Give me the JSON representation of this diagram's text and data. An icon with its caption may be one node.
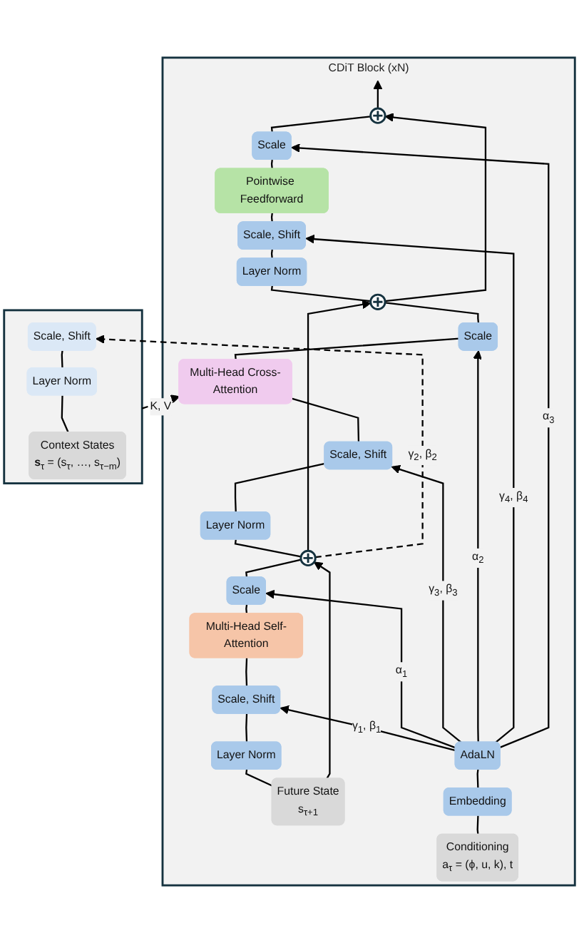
{
  "diagram": {
    "nodes": [
      {
        "text": [
          "CDiT Block (xN)"
        ]
      },
      {
        "text": [],
        "shape": "circle",
        "in": 0
      },
      {
        "text": [
          "Scale"
        ],
        "in": 0
      },
      {
        "text": [
          "Pointwise Feedforward"
        ],
        "in": 0
      },
      {
        "text": [
          "Scale, Shift"
        ],
        "in": 0
      },
      {
        "text": [
          "Layer Norm"
        ],
        "in": 0
      },
      {
        "text": [],
        "shape": "circle",
        "in": 0
      },
      {
        "text": [
          "Scale"
        ],
        "in": 0
      },
      {
        "text": [
          "Multi-Head Cross-Attention"
        ],
        "in": 0
      },
      {
        "text": [
          "Scale, Shift"
        ],
        "in": 0
      },
      {
        "text": [
          "Layer Norm"
        ],
        "in": 0
      },
      {
        "text": [],
        "shape": "circle",
        "in": 0
      },
      {
        "text": [
          "Scale"
        ],
        "in": 0
      },
      {
        "text": [
          "Multi-Head Self-Attention"
        ],
        "in": 0
      },
      {
        "text": [
          "Scale, Shift"
        ],
        "in": 0
      },
      {
        "text": [
          "Layer Norm"
        ],
        "in": 0
      },
      {
        "text": [
          "AdaLN"
        ],
        "in": 0
      },
      {
        "text": [
          "Embedding"
        ],
        "in": 0
      },
      {
        "text": [
          "Future State",
          "s$_{τ+1}$"
        ],
        "in": 0
      },
      {
        "text": [
          "Conditioning",
          "a$_{τ}$ = (ϕ, u, k), t"
        ],
        "in": 0
      },
      {
        "text": [],
        "shape": "box"
      },
      {
        "text": [
          "Scale, Shift"
        ],
        "in": 20
      },
      {
        "text": [
          "Layer Norm"
        ],
        "in": 20
      },
      {
        "text": [
          "Context States",
          "**s**$_{τ}$ = (s$_{τ}$, …, s$_{τ−m}$)"
        ],
        "in": 20
      }
    ],
    "edges": [
      {
        "from": 18,
        "to": 15,
        "arrow": "none"
      },
      {
        "from": 15,
        "to": 14,
        "arrow": "none"
      },
      {
        "from": 14,
        "to": 13,
        "arrow": "none"
      },
      {
        "from": 13,
        "to": 12,
        "arrow": "none"
      },
      {
        "from": 12,
        "to": 11,
        "arrow": "none"
      },
      {
        "from": 18,
        "to": 11,
        "arrow": "to"
      },
      {
        "from": 11,
        "to": 10,
        "arrow": "none"
      },
      {
        "from": 10,
        "to": 9,
        "arrow": "none"
      },
      {
        "from": 9,
        "to": 8,
        "arrow": "none"
      },
      {
        "from": 8,
        "to": 7,
        "arrow": "none"
      },
      {
        "from": 7,
        "to": 6,
        "arrow": "none"
      },
      {
        "from": 11,
        "to": 6,
        "arrow": "to"
      },
      {
        "from": 6,
        "to": 5,
        "arrow": "none"
      },
      {
        "from": 5,
        "to": 4,
        "arrow": "none"
      },
      {
        "from": 4,
        "to": 3,
        "arrow": "none"
      },
      {
        "from": 3,
        "to": 2,
        "arrow": "none"
      },
      {
        "from": 2,
        "to": 1,
        "arrow": "none"
      },
      {
        "from": 6,
        "to": 1,
        "arrow": "to"
      },
      {
        "from": 1,
        "to": null,
        "arrow": "to"
      },
      {
        "from": 19,
        "to": 17,
        "arrow": "none"
      },
      {
        "from": 17,
        "to": 16,
        "arrow": "none"
      },
      {
        "from": 16,
        "to": 14,
        "arrow": "to",
        "label": "γ$_{1}$, β$_{1}$"
      },
      {
        "from": 16,
        "to": 12,
        "arrow": "to",
        "label": "α$_{1}$"
      },
      {
        "from": 16,
        "to": 9,
        "arrow": "to",
        "label": "γ$_{3}$, β$_{3}$"
      },
      {
        "from": 16,
        "to": 7,
        "arrow": "to",
        "label": "α$_{2}$"
      },
      {
        "from": 16,
        "to": 4,
        "arrow": "to",
        "label": "γ$_{4}$, β$_{4}$"
      },
      {
        "from": 16,
        "to": 2,
        "arrow": "to",
        "label": "α$_{3}$"
      },
      {
        "from": 11,
        "to": 21,
        "arrow": "to",
        "label": "γ$_{2}$, β$_{2}$",
        "style": "dashed"
      },
      {
        "from": 20,
        "to": 8,
        "arrow": "to",
        "label": "K, V",
        "style": "dashed"
      },
      {
        "from": 23,
        "to": 22,
        "arrow": "none"
      },
      {
        "from": 22,
        "to": 21,
        "arrow": "none"
      }
    ]
  }
}
